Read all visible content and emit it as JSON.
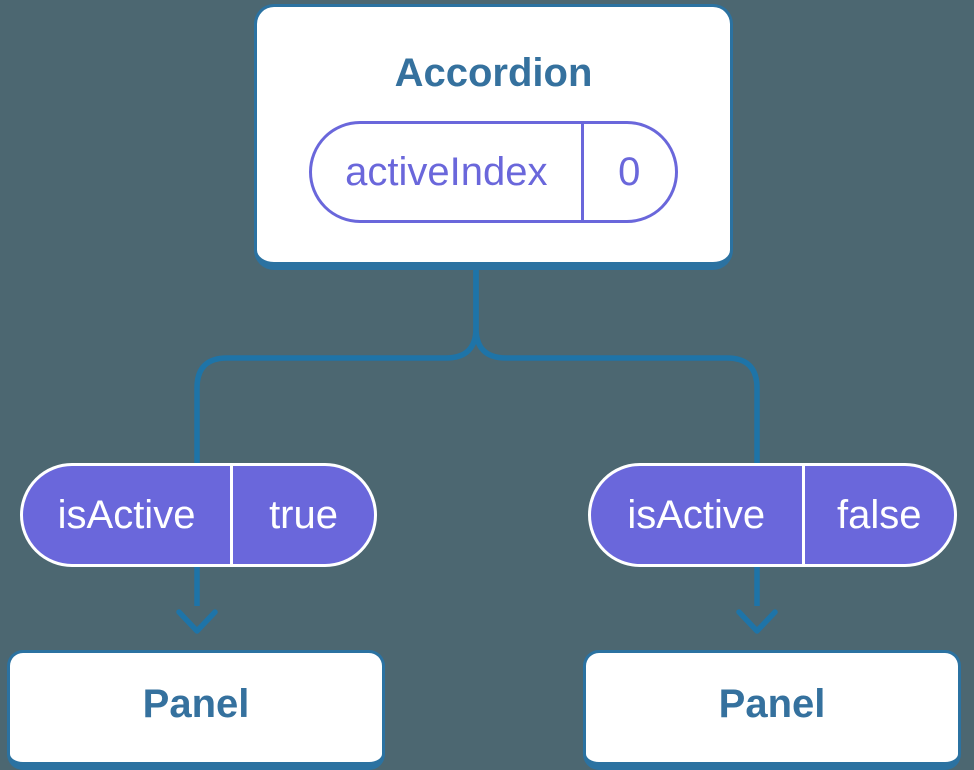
{
  "diagram": {
    "type": "component-tree",
    "background_color": "#4C6771",
    "connector_color": "#1E74A8",
    "card_border_color": "#2B72A1",
    "card_fill_color": "#FFFFFF",
    "card_text_color": "#35719E",
    "pill_accent_color": "#6A67DB",
    "pill_text_on_fill_color": "#FFFFFF",
    "root": {
      "title": "Accordion",
      "state": {
        "key": "activeIndex",
        "value": "0"
      }
    },
    "children": [
      {
        "title": "Panel",
        "prop": {
          "key": "isActive",
          "value": "true"
        }
      },
      {
        "title": "Panel",
        "prop": {
          "key": "isActive",
          "value": "false"
        }
      }
    ]
  }
}
